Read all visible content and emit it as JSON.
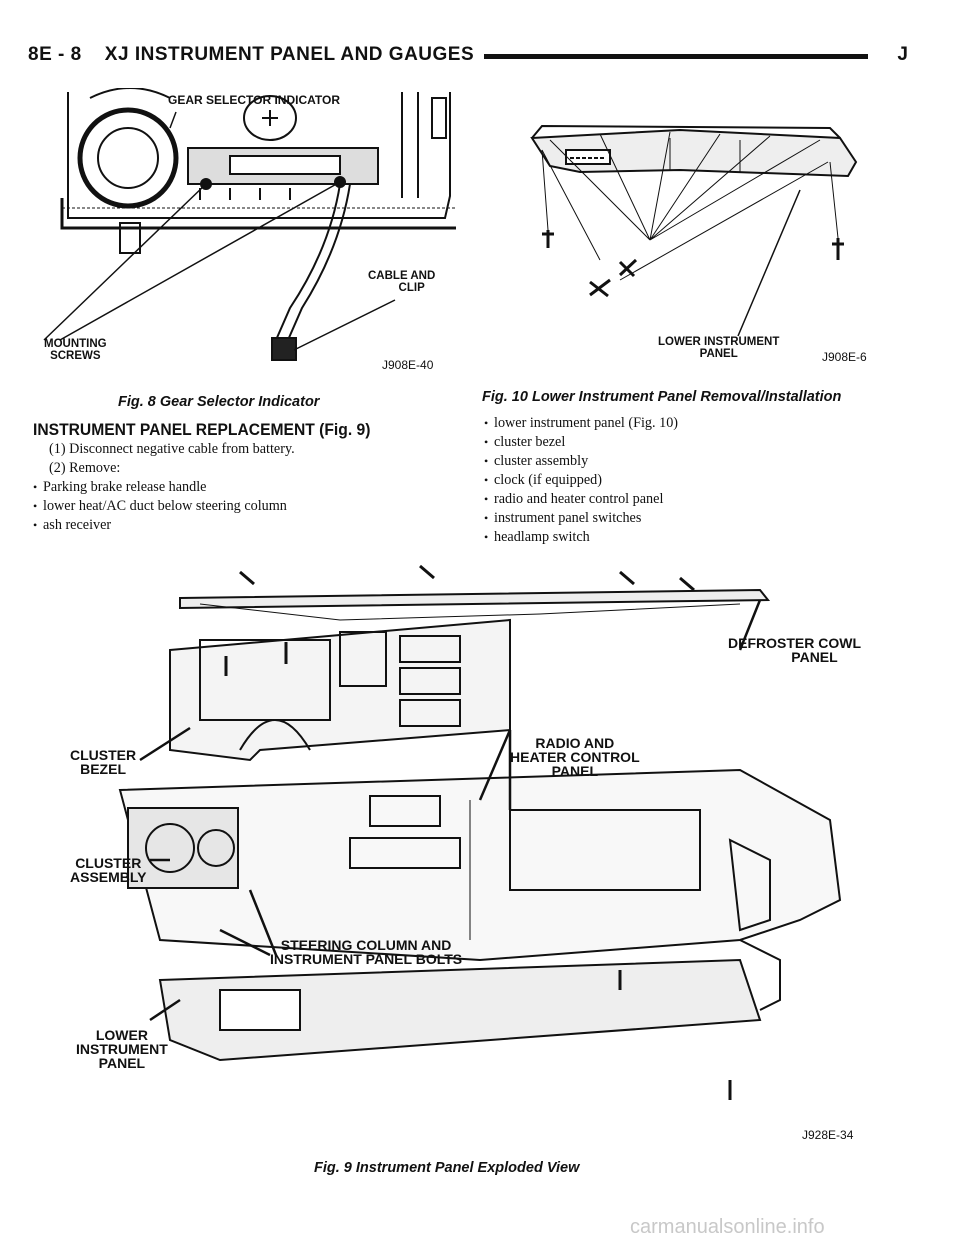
{
  "header": {
    "left": "8E - 8    XJ INSTRUMENT PANEL AND GAUGES",
    "right": "J"
  },
  "fig8": {
    "callouts": {
      "gear_selector_indicator": "GEAR SELECTOR INDICATOR",
      "cable_and_clip": [
        "CABLE AND",
        "CLIP"
      ],
      "mounting_screws": [
        "MOUNTING",
        "SCREWS"
      ]
    },
    "code": "J908E-40",
    "caption": "Fig. 8 Gear Selector Indicator"
  },
  "fig10": {
    "callouts": {
      "lower_instrument_panel": [
        "LOWER INSTRUMENT",
        "PANEL"
      ]
    },
    "code": "J908E-6",
    "caption": "Fig. 10 Lower Instrument Panel Removal/Installation"
  },
  "section": {
    "title": "INSTRUMENT PANEL REPLACEMENT (Fig. 9)",
    "steps": [
      "(1) Disconnect negative cable from battery.",
      "(2) Remove:"
    ],
    "left_bullets": [
      "Parking brake release handle",
      "lower heat/AC duct below steering column",
      "ash receiver"
    ],
    "right_bullets": [
      "lower instrument panel (Fig. 10)",
      "cluster bezel",
      "cluster assembly",
      "clock (if equipped)",
      "radio and heater control panel",
      "instrument panel switches",
      "headlamp switch"
    ],
    "bullet_glyph": "•"
  },
  "fig9": {
    "callouts": {
      "defroster_cowl_panel": [
        "DEFROSTER COWL",
        "PANEL"
      ],
      "radio_heater": [
        "RADIO AND",
        "HEATER CONTROL",
        "PANEL"
      ],
      "cluster_bezel": [
        "CLUSTER",
        "BEZEL"
      ],
      "cluster_assembly": [
        "CLUSTER",
        "ASSEMBLY"
      ],
      "steering_column": [
        "STEERING COLUMN AND",
        "INSTRUMENT PANEL BOLTS"
      ],
      "lower_instrument_panel": [
        "LOWER",
        "INSTRUMENT",
        "PANEL"
      ]
    },
    "code": "J928E-34",
    "caption": "Fig. 9 Instrument Panel Exploded View"
  },
  "watermark": "carmanualsonline.info"
}
